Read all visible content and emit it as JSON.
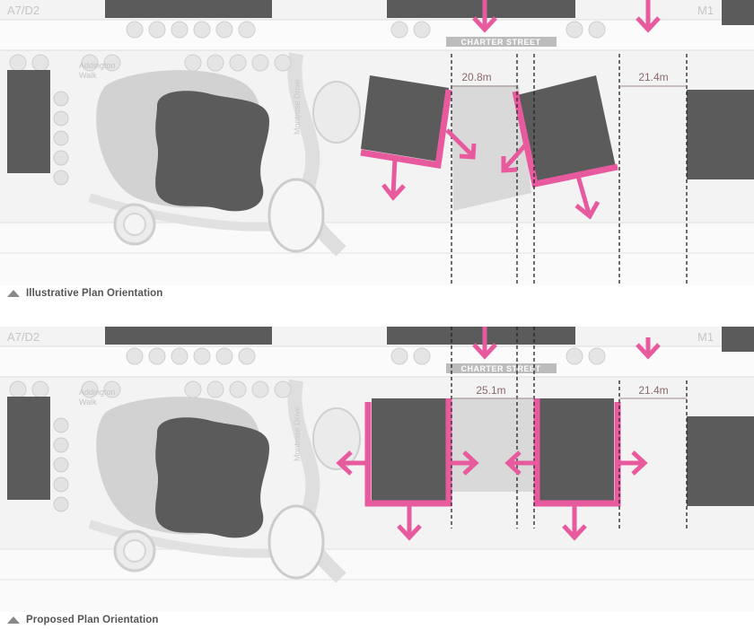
{
  "panels": {
    "top": {
      "caption": "Illustrative Plan Orientation",
      "street_label": "CHARTER STREET",
      "walk_label_1": "Addington",
      "walk_label_2": "Walk",
      "drive_label": "Montrose Drive",
      "corner_label": "A7/D2",
      "right_label": "M1",
      "dimension_left": "20.8m",
      "dimension_right": "21.4m"
    },
    "bottom": {
      "caption": "Proposed Plan Orientation",
      "street_label": "CHARTER STREET",
      "walk_label_1": "Addington",
      "walk_label_2": "Walk",
      "drive_label": "Montrose Drive",
      "corner_label": "A7/D2",
      "right_label": "M1",
      "dimension_left": "25.1m",
      "dimension_right": "21.4m"
    }
  },
  "colors": {
    "accent": "#e85a9e",
    "building": "#5b5b5b",
    "street_label_bg": "#bcbcbc",
    "street_label_text": "#ffffff",
    "dimension_text": "#8a6a6a",
    "background_plan": "#f1f1f1",
    "landscape": "#d9d9d9"
  }
}
